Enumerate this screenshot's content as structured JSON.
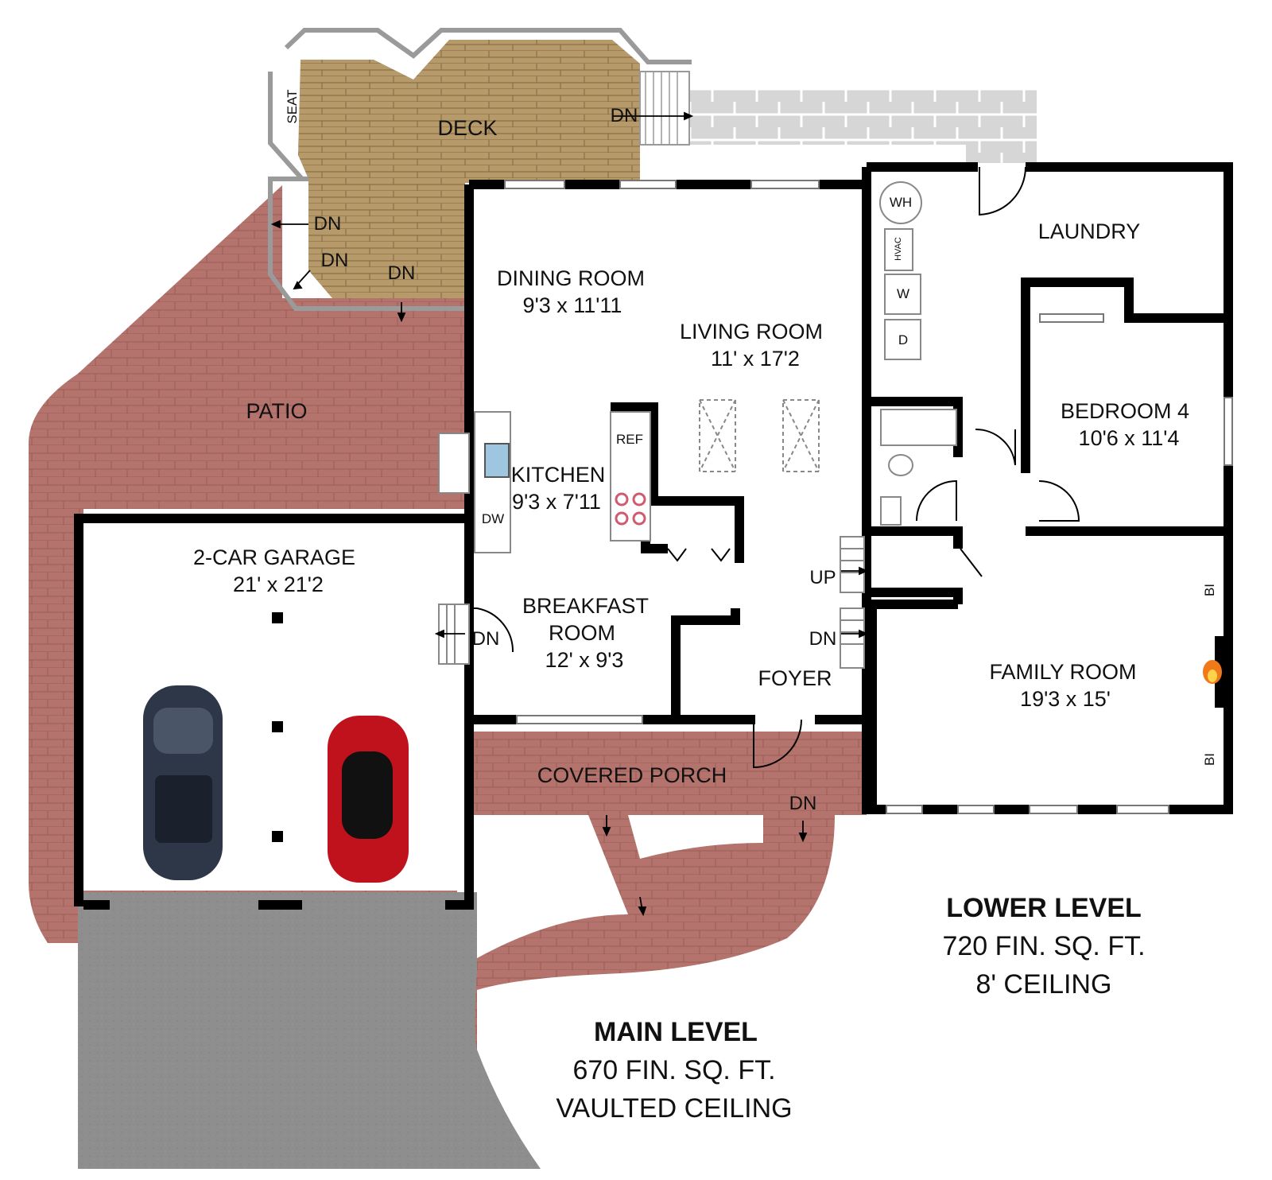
{
  "rooms": {
    "deck": {
      "name": "DECK"
    },
    "seat": "SEAT",
    "patio": {
      "name": "PATIO"
    },
    "dining": {
      "name": "DINING ROOM",
      "size": "9'3 x 11'11"
    },
    "living": {
      "name": "LIVING ROOM",
      "size": "11' x 17'2"
    },
    "kitchen": {
      "name": "KITCHEN",
      "size": "9'3 x 7'11"
    },
    "breakfast": {
      "name": "BREAKFAST ROOM",
      "size": "12' x 9'3"
    },
    "foyer": {
      "name": "FOYER"
    },
    "garage": {
      "name": "2-CAR GARAGE",
      "size": "21' x 21'2"
    },
    "porch": {
      "name": "COVERED PORCH"
    },
    "laundry": {
      "name": "LAUNDRY"
    },
    "bedroom4": {
      "name": "BEDROOM 4",
      "size": "10'6 x 11'4"
    },
    "family": {
      "name": "FAMILY ROOM",
      "size": "19'3 x 15'"
    }
  },
  "fixtures": {
    "wh": "WH",
    "hvac": "HVAC",
    "washer": "W",
    "dryer": "D",
    "ref": "REF",
    "dw": "DW",
    "bi_top": "BI",
    "bi_bottom": "BI"
  },
  "stairs": {
    "dn": "DN",
    "up": "UP"
  },
  "levels": {
    "main": {
      "title": "MAIN LEVEL",
      "area": "670 FIN. SQ. FT.",
      "ceiling": "VAULTED CEILING"
    },
    "lower": {
      "title": "LOWER LEVEL",
      "area": "720 FIN. SQ. FT.",
      "ceiling": "8' CEILING"
    }
  },
  "colors": {
    "brick": "#b5736d",
    "brick_line": "#9c5e58",
    "deck_wood": "#b79a6a",
    "concrete": "#8e8e8e",
    "stone": "#d6d6d6",
    "wall": "#000000",
    "car_dark": "#2d3748",
    "car_red": "#c0121c"
  }
}
